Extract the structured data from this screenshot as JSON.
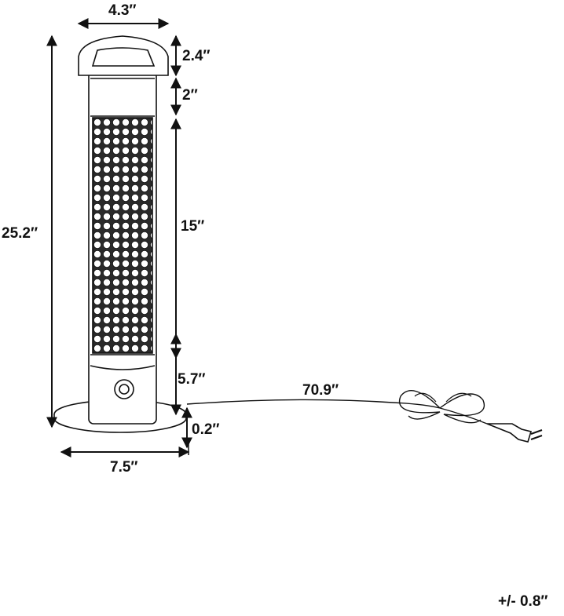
{
  "dimensions": {
    "top_width": "4.3″",
    "handle_height": "2.4″",
    "upper_band_height": "2″",
    "grille_height": "15″",
    "base_section_height": "5.7″",
    "base_plate_height": "0.2″",
    "total_height": "25.2″",
    "base_width": "7.5″",
    "cord_length": "70.9″"
  },
  "tolerance": "+/- 0.8″",
  "colors": {
    "line": "#111111",
    "background": "#ffffff"
  }
}
